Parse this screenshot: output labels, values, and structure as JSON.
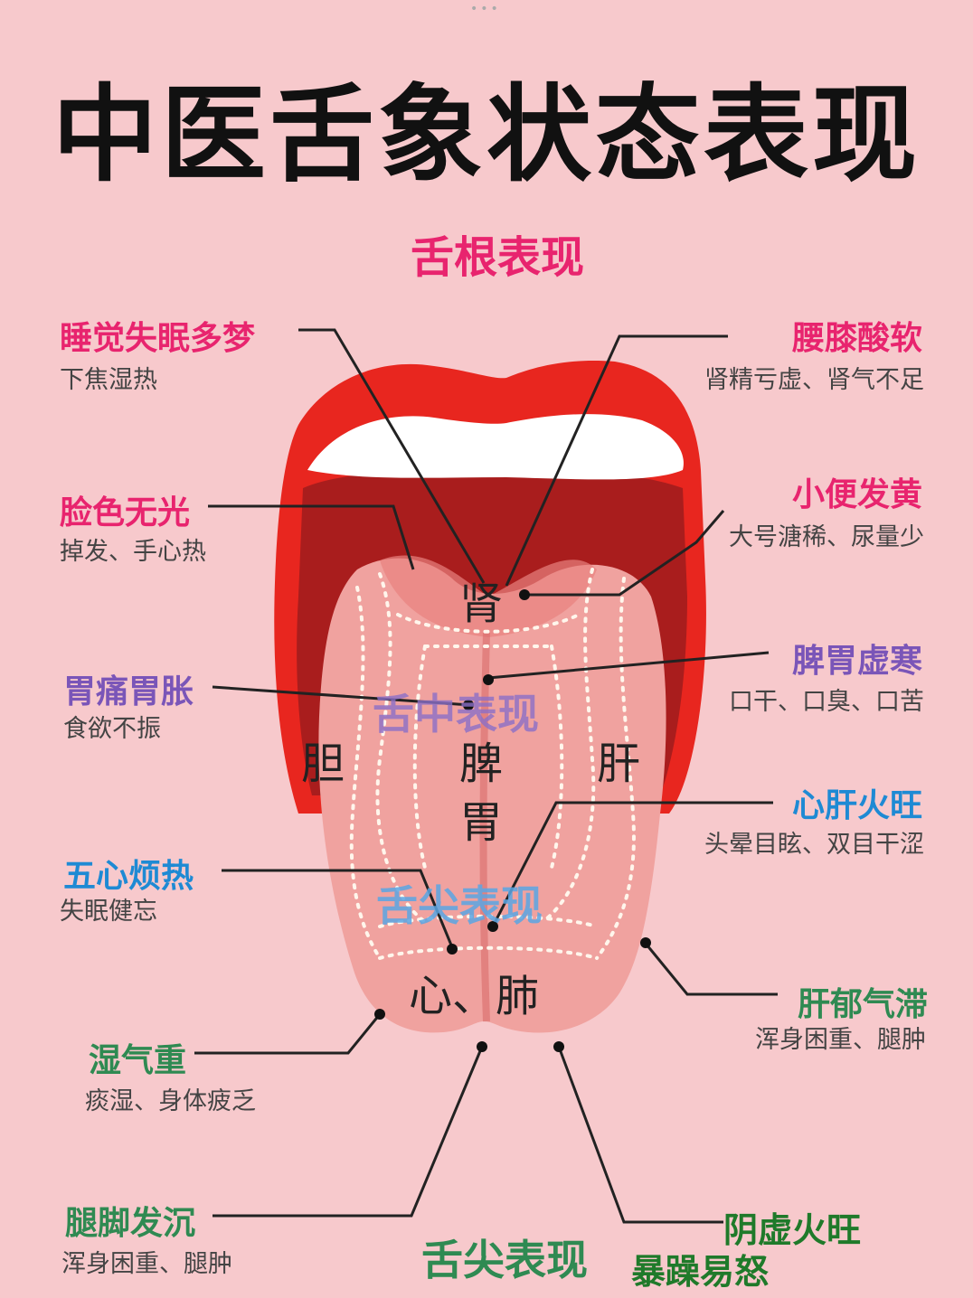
{
  "title": "中医舌象状态表现",
  "sections": {
    "root": "舌根表现",
    "middle": "舌中表现",
    "tip_overlay": "舌尖表现",
    "tip_bottom": "舌尖表现"
  },
  "organs": {
    "kidney": "肾",
    "gallbladder": "胆",
    "spleen": "脾",
    "stomach": "胃",
    "liver": "肝",
    "heart_lung": "心、肺"
  },
  "left_labels": [
    {
      "title": "睡觉失眠多梦",
      "sub": "下焦湿热"
    },
    {
      "title": "脸色无光",
      "sub": "掉发、手心热"
    },
    {
      "title": "胃痛胃胀",
      "sub": "食欲不振"
    },
    {
      "title": "五心烦热",
      "sub": "失眠健忘"
    },
    {
      "title": "湿气重",
      "sub": "痰湿、身体疲乏"
    },
    {
      "title": "腿脚发沉",
      "sub": "浑身困重、腿肿"
    }
  ],
  "right_labels": [
    {
      "title": "腰膝酸软",
      "sub": "肾精亏虚、肾气不足"
    },
    {
      "title": "小便发黄",
      "sub": "大号溏稀、尿量少"
    },
    {
      "title": "脾胃虚寒",
      "sub": "口干、口臭、口苦"
    },
    {
      "title": "心肝火旺",
      "sub": "头晕目眩、双目干涩"
    },
    {
      "title": "肝郁气滞",
      "sub": "浑身困重、腿肿"
    }
  ],
  "bottom_right": {
    "line1": "阴虚火旺",
    "line2": "暴躁易怒"
  },
  "colors": {
    "background": "#f7c9cc",
    "lips": "#e8261f",
    "mouth": "#a91d1d",
    "tongue": "#f0a29f",
    "root_title": "#e8246e"
  }
}
